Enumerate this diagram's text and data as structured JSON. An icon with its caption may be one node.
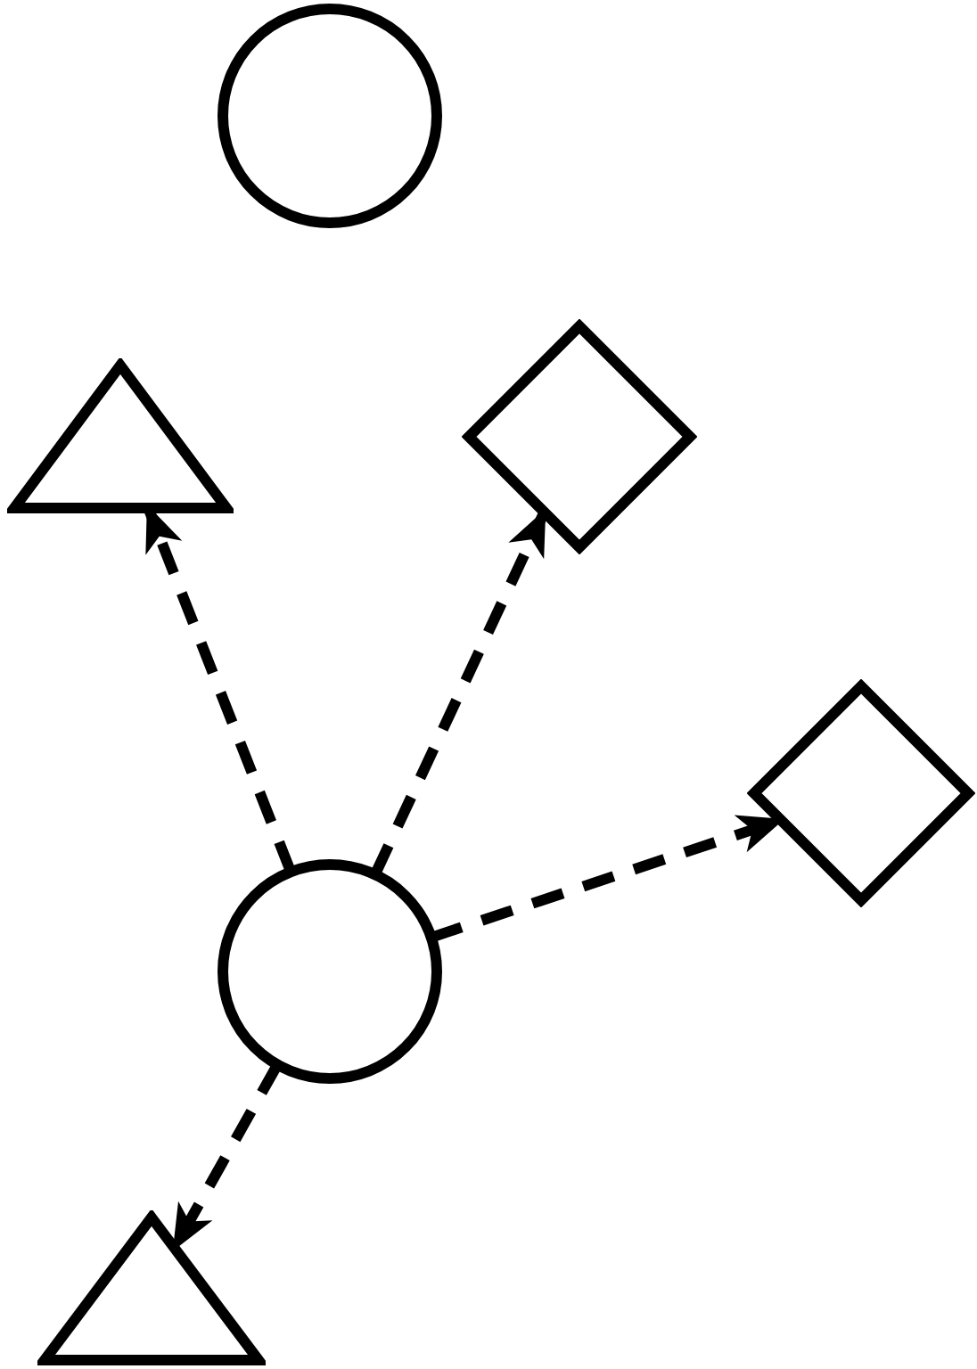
{
  "diagram": {
    "nodes": [
      {
        "text": [],
        "shape": "circle"
      },
      {
        "text": [],
        "shape": "triangle"
      },
      {
        "text": [],
        "shape": "diamond"
      },
      {
        "text": [],
        "shape": "diamond"
      },
      {
        "text": [],
        "shape": "circle"
      },
      {
        "text": [],
        "shape": "triangle"
      }
    ],
    "edges": [
      {
        "from": 4,
        "to": 1,
        "arrow": "to",
        "style": "dashed"
      },
      {
        "from": 4,
        "to": 2,
        "arrow": "to",
        "style": "dashed"
      },
      {
        "from": 4,
        "to": 3,
        "arrow": "to",
        "style": "dashed"
      },
      {
        "from": 4,
        "to": 5,
        "arrow": "to",
        "style": "dashed"
      }
    ]
  }
}
